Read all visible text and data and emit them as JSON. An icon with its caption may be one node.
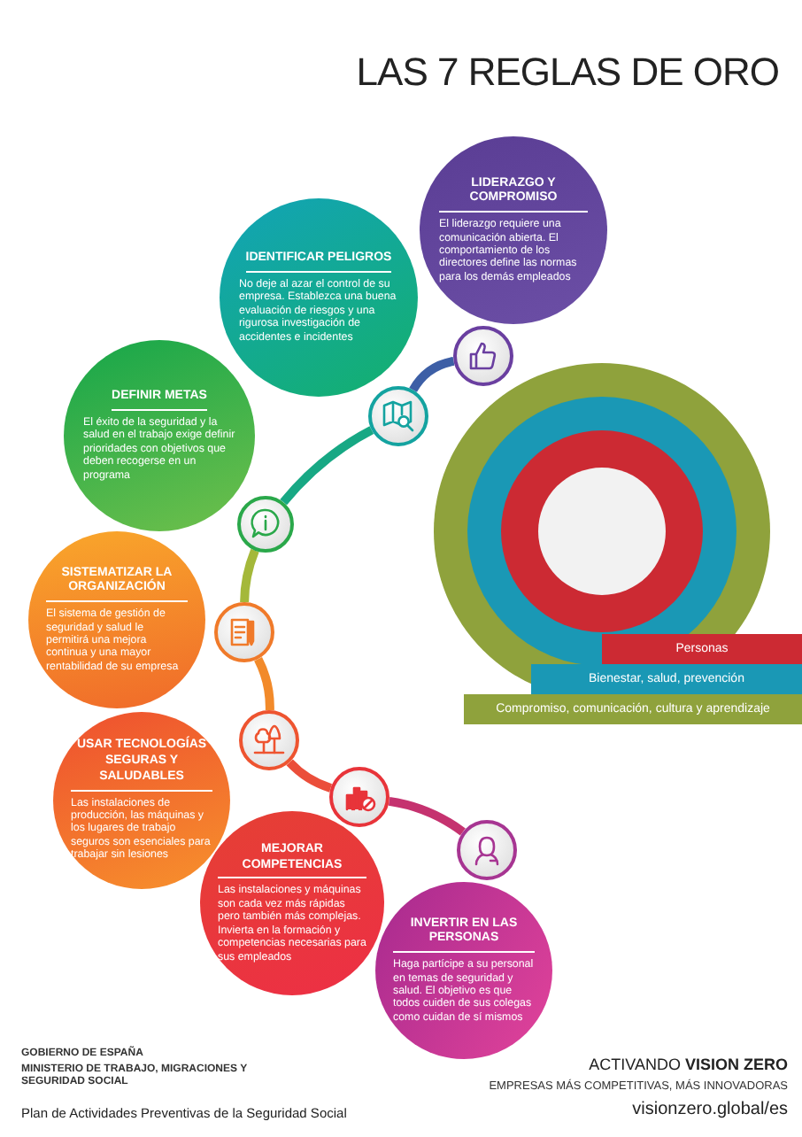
{
  "diagram": {
    "title": "LAS 7 REGLAS DE ORO",
    "nodes": [
      {
        "text": [
          "LIDERAZGO Y COMPROMISO",
          "El liderazgo requiere una comunicación abierta. El comportamiento de los directores define las normas para los demás empleados"
        ]
      },
      {
        "text": [
          "IDENTIFICAR PELIGROS",
          "No deje al azar el control de su empresa. Establezca una buena evaluación de riesgos y una rigurosa investigación de accidentes e incidentes"
        ]
      },
      {
        "text": [
          "DEFINIR METAS",
          "El éxito de la seguridad y la salud en el trabajo exige definir prioridades con objetivos que deben recogerse en un programa"
        ]
      },
      {
        "text": [
          "SISTEMATIZAR LA ORGANIZACIÓN",
          "El sistema de gestión de seguridad y salud le permitirá una mejora continua y una mayor rentabilidad de su empresa"
        ]
      },
      {
        "text": [
          "USAR TECNOLOGÍAS SEGURAS Y SALUDABLES",
          "Las instalaciones de producción, las máquinas y los lugares de trabajo seguros son esenciales para trabajar sin lesiones"
        ]
      },
      {
        "text": [
          "MEJORAR COMPETENCIAS",
          "Las instalaciones y máquinas son cada vez más rápidas pero también más complejas. Invierta en la formación y competencias necesarias para sus empleados"
        ]
      },
      {
        "text": [
          "INVERTIR EN LAS PERSONAS",
          "Haga partícipe a su personal en temas de seguridad y salud. El objetivo es que todos cuiden de sus colegas como cuidan de sí mismos"
        ]
      },
      {
        "text": [],
        "shape": "circle"
      },
      {
        "text": [],
        "shape": "circle"
      },
      {
        "text": [],
        "shape": "circle"
      },
      {
        "text": [],
        "shape": "circle"
      },
      {
        "text": [],
        "shape": "circle"
      },
      {
        "text": [],
        "shape": "circle"
      },
      {
        "text": [],
        "shape": "circle"
      },
      {
        "text": [
          "Personas"
        ]
      },
      {
        "text": [
          "Bienestar, salud, prevención"
        ]
      },
      {
        "text": [
          "Compromiso, comunicación, cultura y aprendizaje"
        ]
      }
    ],
    "edges": [
      {
        "from": 8,
        "to": 7,
        "arrow": "none",
        "color": "#3d5fa6"
      },
      {
        "from": 8,
        "to": 9,
        "arrow": "none",
        "color": "#17a884"
      },
      {
        "from": 9,
        "to": 10,
        "arrow": "none",
        "color": "#a4b83a"
      },
      {
        "from": 10,
        "to": 11,
        "arrow": "none",
        "color": "#f28a2a"
      },
      {
        "from": 11,
        "to": 12,
        "arrow": "none",
        "color": "#eb4e3a"
      },
      {
        "from": 12,
        "to": 13,
        "arrow": "none",
        "color": "#c5326f"
      }
    ],
    "labels": [
      "GOBIERNO DE ESPAÑA",
      "MINISTERIO DE TRABAJO, MIGRACIONES Y SEGURIDAD SOCIAL",
      "Plan de Actividades Preventivas de la Seguridad Social",
      "ACTIVANDO **VISION ZERO**",
      "EMPRESAS MÁS COMPETITIVAS, MÁS INNOVADORAS",
      "visionzero.global/es"
    ]
  }
}
